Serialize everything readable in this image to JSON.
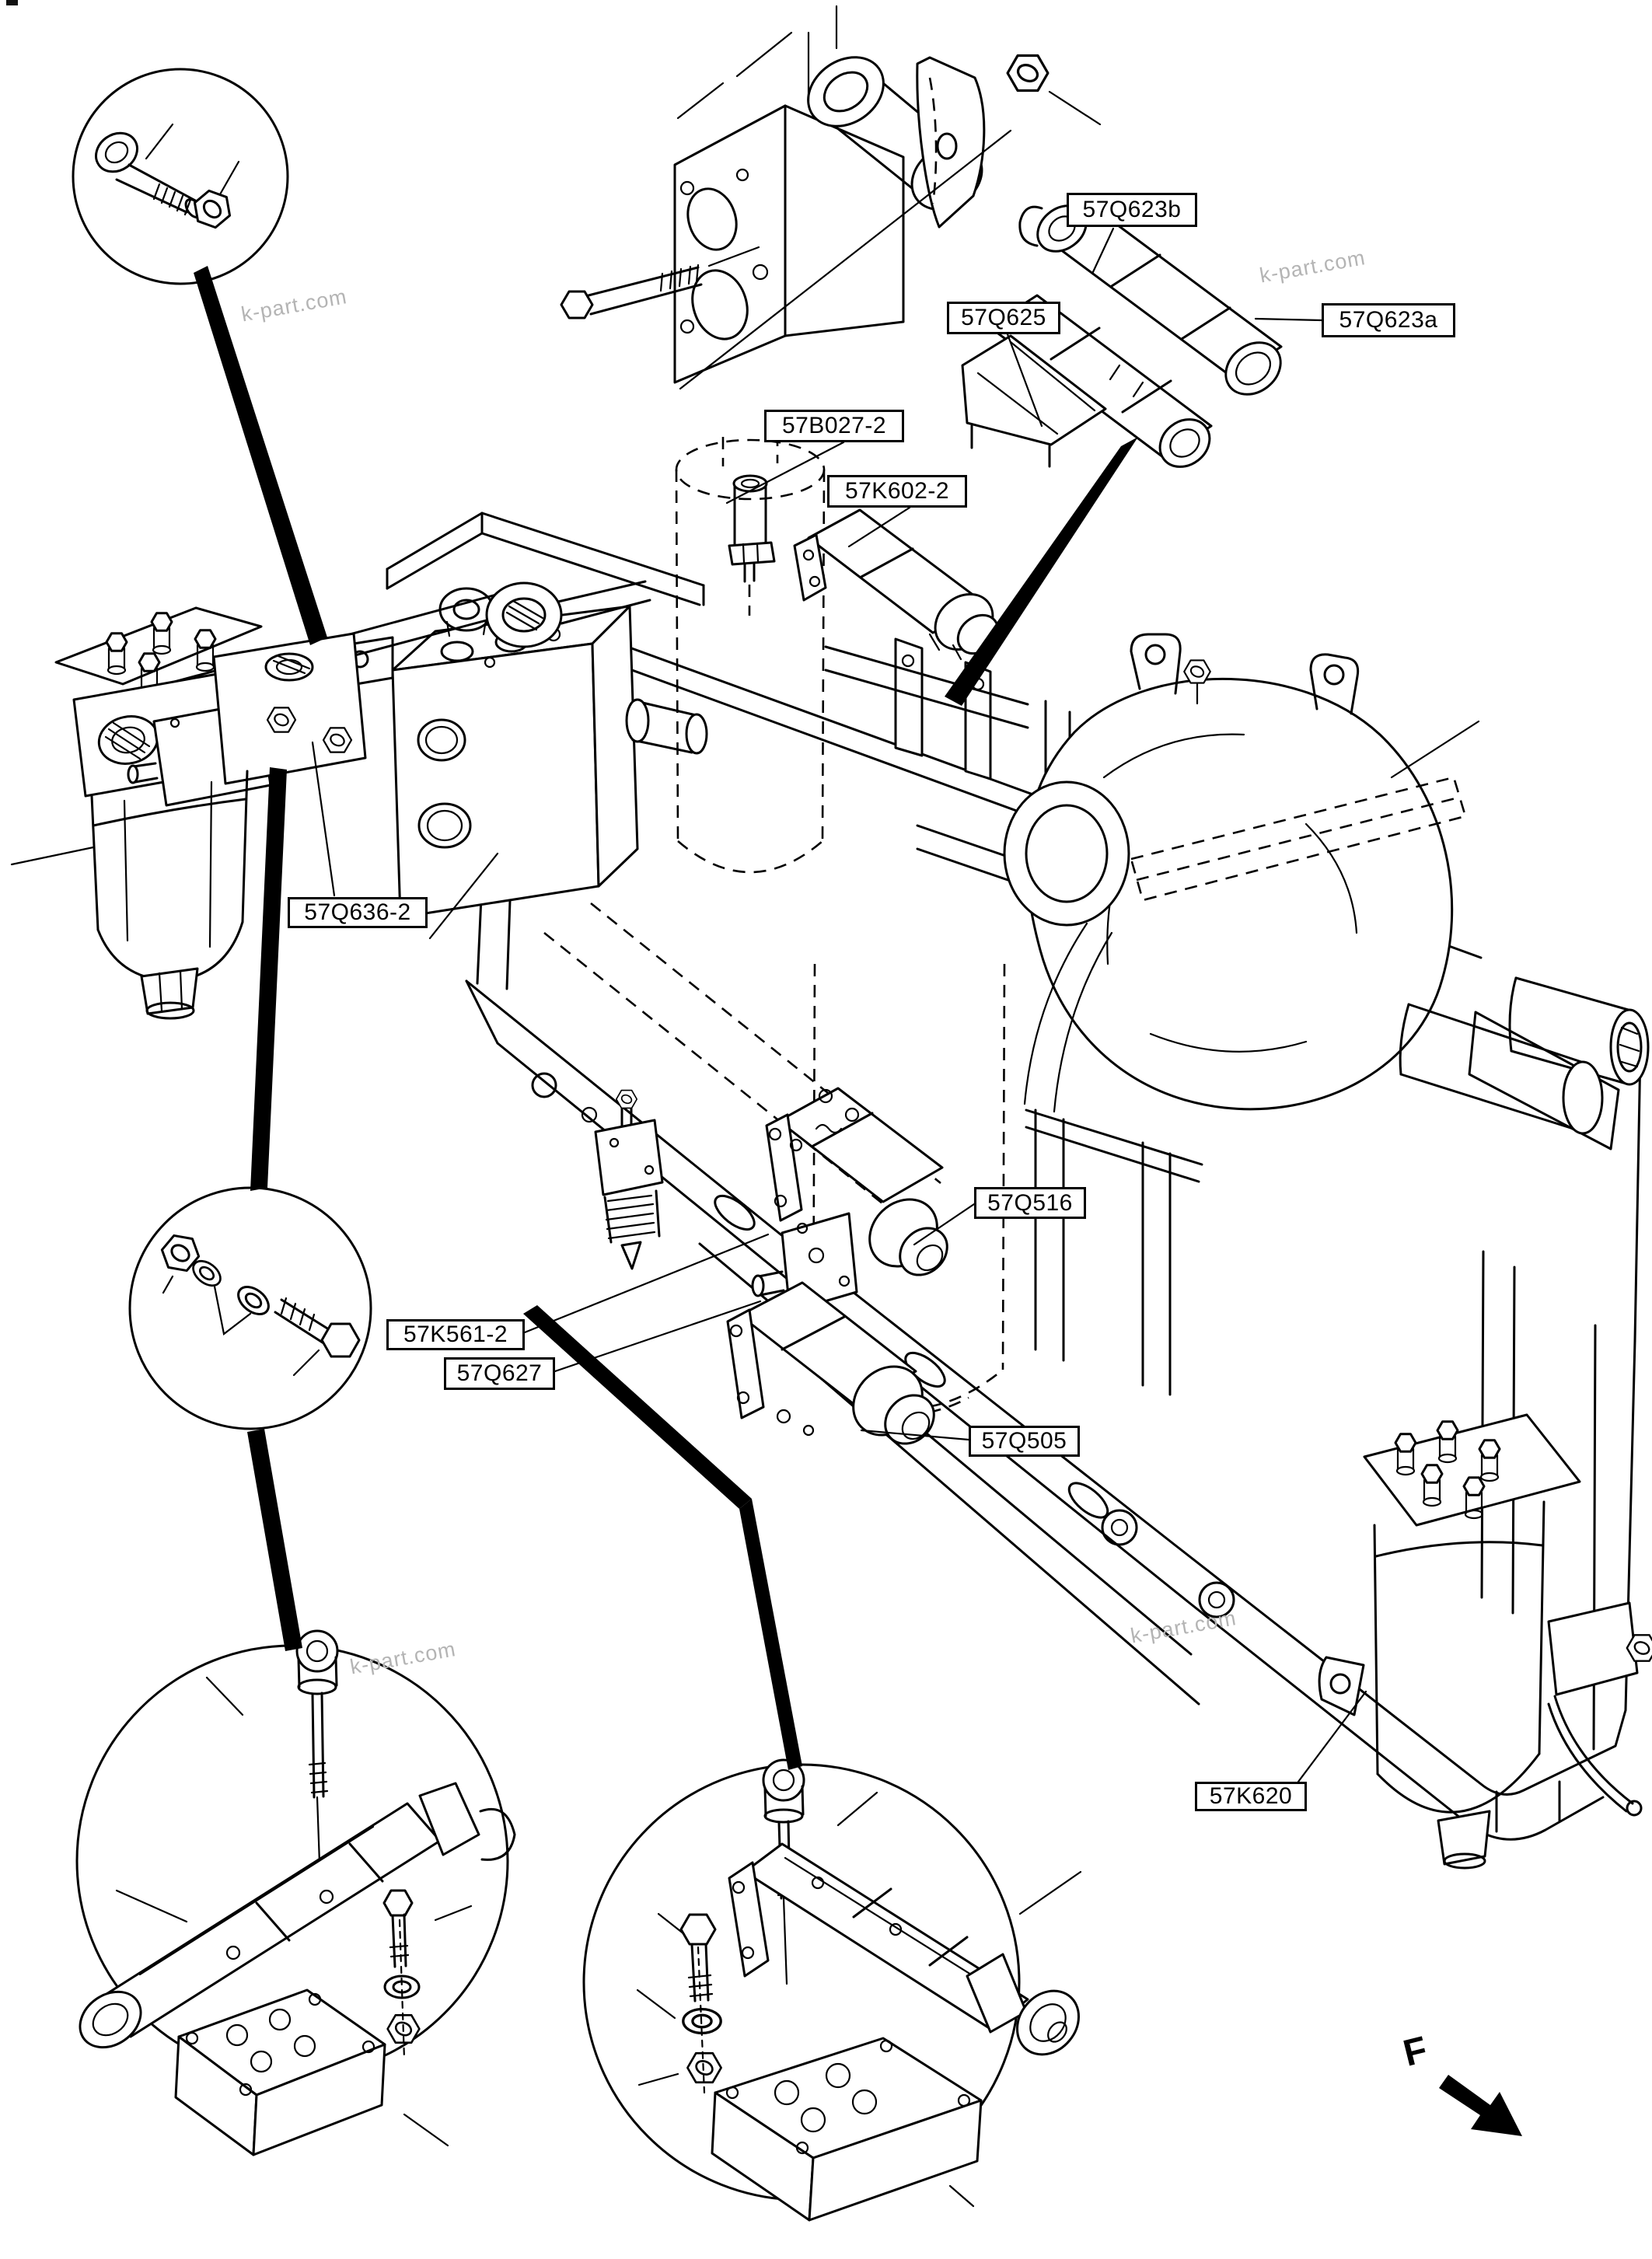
{
  "labels": [
    {
      "part_no": "57Q623b"
    },
    {
      "part_no": "57Q625"
    },
    {
      "part_no": "57Q623a"
    },
    {
      "part_no": "57B027-2"
    },
    {
      "part_no": "57K602-2"
    },
    {
      "part_no": "57Q636-2"
    },
    {
      "part_no": "57Q516"
    },
    {
      "part_no": "57K561-2"
    },
    {
      "part_no": "57Q627"
    },
    {
      "part_no": "57Q505"
    },
    {
      "part_no": "57K620"
    }
  ],
  "watermark": {
    "text": "k-part.com"
  },
  "direction_marker": {
    "text": "F"
  },
  "colors": {
    "line": "#000000",
    "background": "#ffffff",
    "watermark_gray": "#b4b4b4",
    "label_border": "#000000"
  }
}
